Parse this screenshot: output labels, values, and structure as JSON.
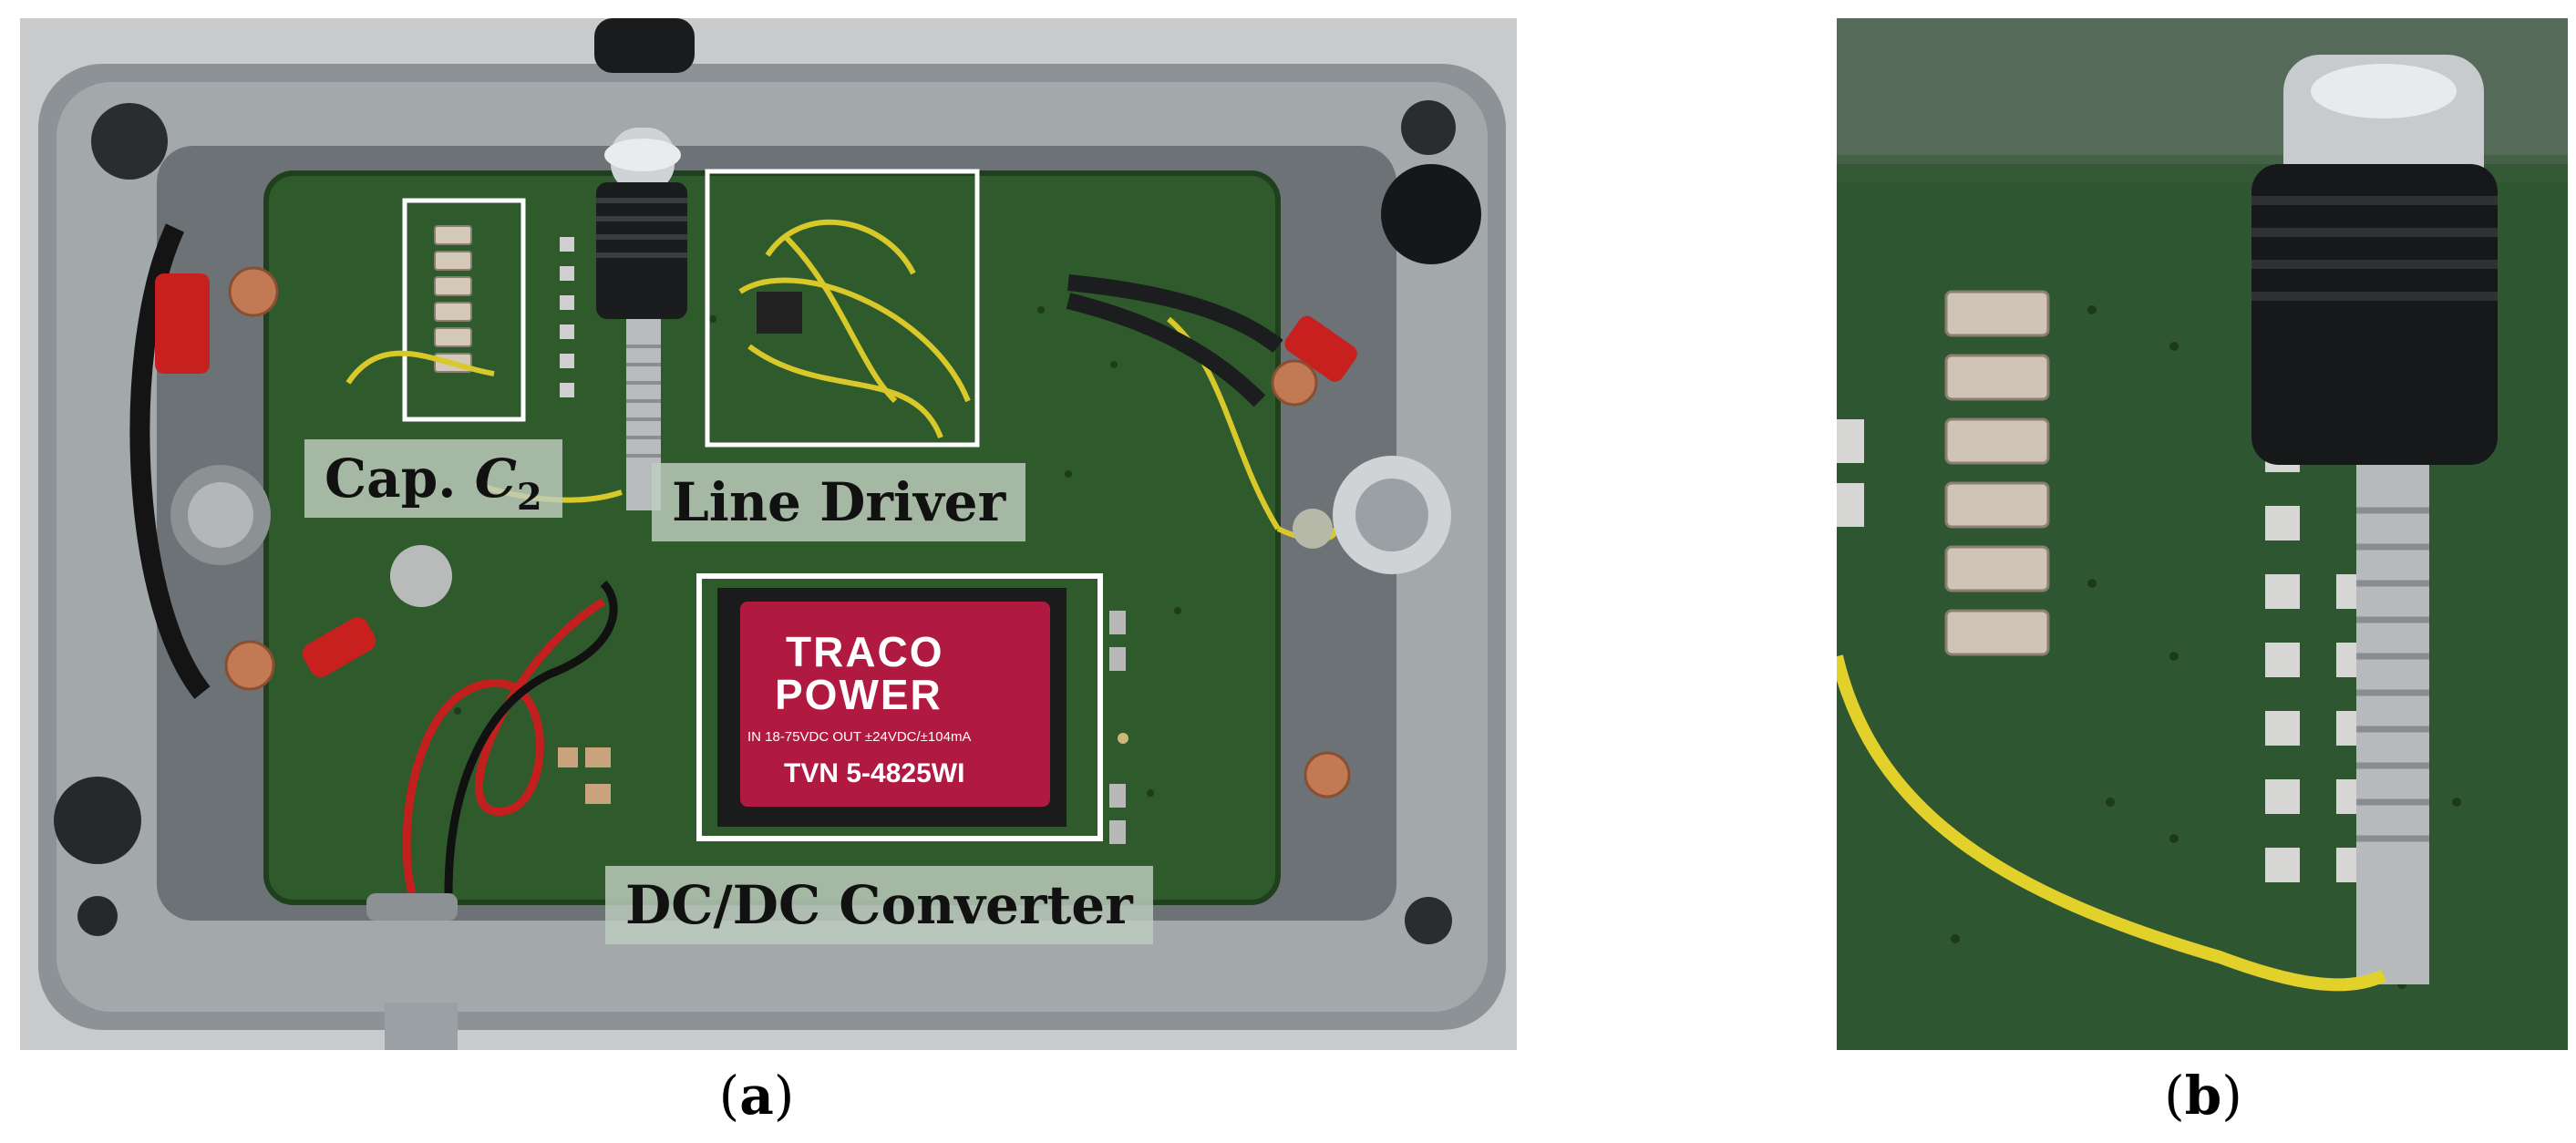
{
  "panel_a": {
    "labels": {
      "capacitor": {
        "prefix": "Cap. ",
        "symbol": "C",
        "subscript": "2"
      },
      "line_driver": "Line Driver",
      "dcdc": "DC/DC Converter"
    },
    "module": {
      "brand_line1": "TRACO",
      "brand_line2": "POWER",
      "spec": "IN 18-75VDC OUT ±24VDC/±104mA",
      "model": "TVN 5-4825WI"
    }
  },
  "captions": {
    "a": {
      "open": "(",
      "letter": "a",
      "close": ")"
    },
    "b": {
      "open": "(",
      "letter": "b",
      "close": ")"
    }
  }
}
